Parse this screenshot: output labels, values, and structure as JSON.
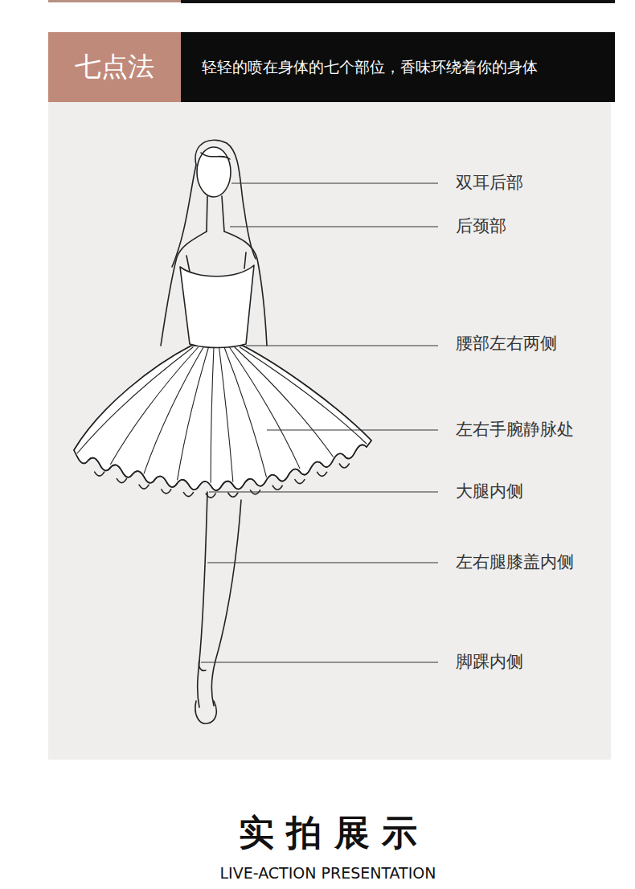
{
  "diagram": {
    "nodes": [
      {
        "text": [
          "七点法"
        ]
      },
      {
        "text": [
          "轻轻的喷在身体的七个部位，香味环绕着你的身体"
        ]
      }
    ],
    "labels": [
      "双耳后部",
      "后颈部",
      "腰部左右两侧",
      "左右手腕静脉处",
      "大腿内侧",
      "左右腿膝盖内侧",
      "脚踝内侧",
      "实 拍 展 示",
      "LIVE-ACTION PRESENTATION"
    ]
  }
}
